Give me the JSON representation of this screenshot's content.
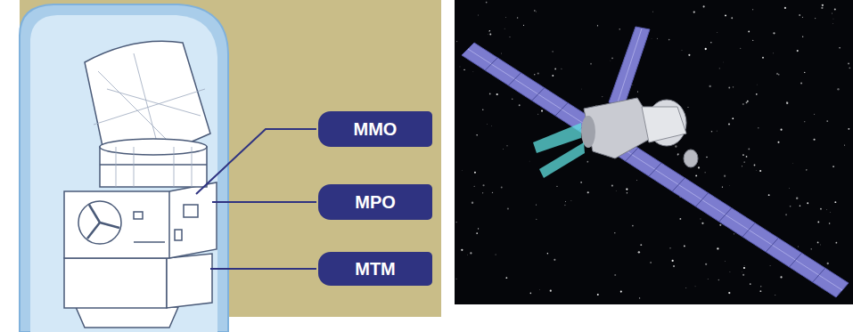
{
  "diagram": {
    "nodes": [
      {
        "text": [
          "MMO"
        ]
      },
      {
        "text": [
          "MPO"
        ]
      },
      {
        "text": [
          "MTM"
        ]
      }
    ]
  }
}
